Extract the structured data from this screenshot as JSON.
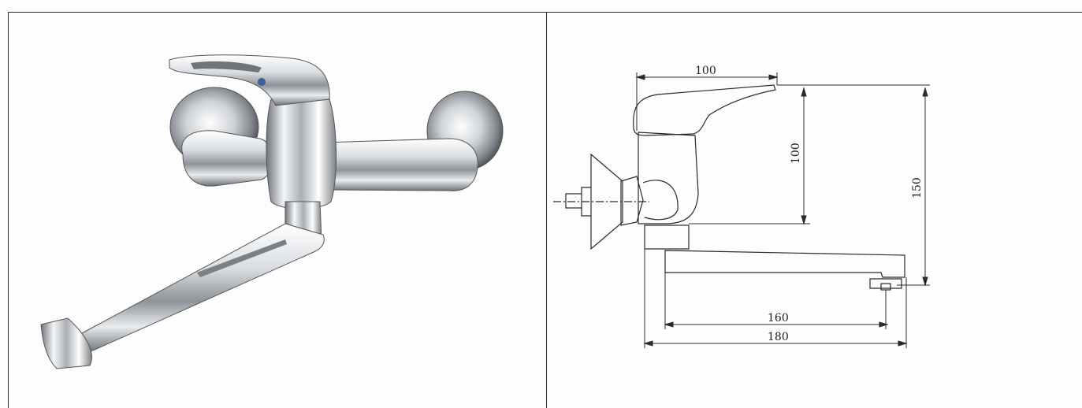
{
  "photo": {
    "subject": "chrome wall-mounted single-lever mixer tap"
  },
  "drawing": {
    "dimensions": {
      "handle_length": "100",
      "body_height": "100",
      "overall_height": "150",
      "spout_reach": "160",
      "overall_length": "180"
    }
  },
  "colors": {
    "line": "#2a2a2a",
    "chrome_light": "#f2f4f6",
    "chrome_mid": "#b9bdc2",
    "chrome_dark": "#5b6066",
    "accent_blue": "#3a5f9a"
  }
}
